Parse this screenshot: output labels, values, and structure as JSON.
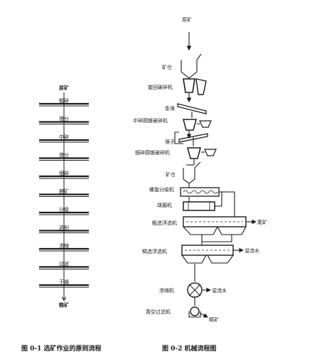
{
  "fig1": {
    "input": "原矿",
    "output": "精矿",
    "stages": [
      "粗碎",
      "筛分",
      "中碎",
      "筛分",
      "细碎",
      "磨矿",
      "分级",
      "选别",
      "浓缩",
      "过滤",
      "干燥"
    ],
    "caption": "图 0-1  选矿作业的原则流程"
  },
  "fig2": {
    "caption": "图 0-2  机械流程图",
    "raw_ore": "原矿",
    "ore_bin_1": "矿仓",
    "gyratory_crusher": "旋回破碎机",
    "grizzly": "条筛",
    "medium_cone_crusher": "中碎圆锥破碎机",
    "screen": "筛子",
    "fine_cone_crusher": "细碎圆锥破碎机",
    "ore_bin_2": "矿仓",
    "spiral_classifier": "螺旋分级机",
    "ball_mill": "球磨机",
    "rougher_flotation": "粗选浮选机",
    "tailings": "尾矿",
    "cleaner_flotation": "精选浮选机",
    "froth_1": "溢流水",
    "thickener": "浓缩机",
    "overflow_water": "溢流水",
    "vacuum_filter": "真空过滤机",
    "concentrate": "精矿"
  }
}
